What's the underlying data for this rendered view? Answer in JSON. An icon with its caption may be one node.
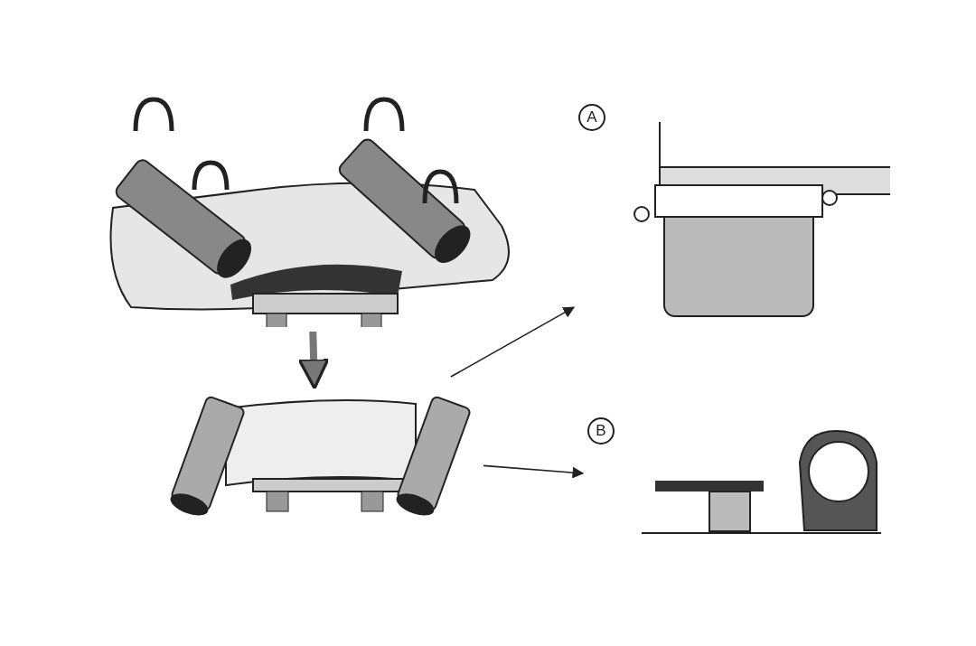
{
  "diagram": {
    "nodes": [
      {
        "text": [],
        "shape": "picture"
      },
      {
        "text": [],
        "shape": "picture"
      },
      {
        "text": [
          "A"
        ]
      },
      {
        "text": [
          "B"
        ]
      }
    ],
    "edges": [
      {
        "from": 0,
        "to": 1,
        "arrow": "to",
        "style": "thick"
      },
      {
        "from": 1,
        "to": 2,
        "arrow": "to"
      },
      {
        "from": 1,
        "to": 3,
        "arrow": "to"
      }
    ]
  }
}
